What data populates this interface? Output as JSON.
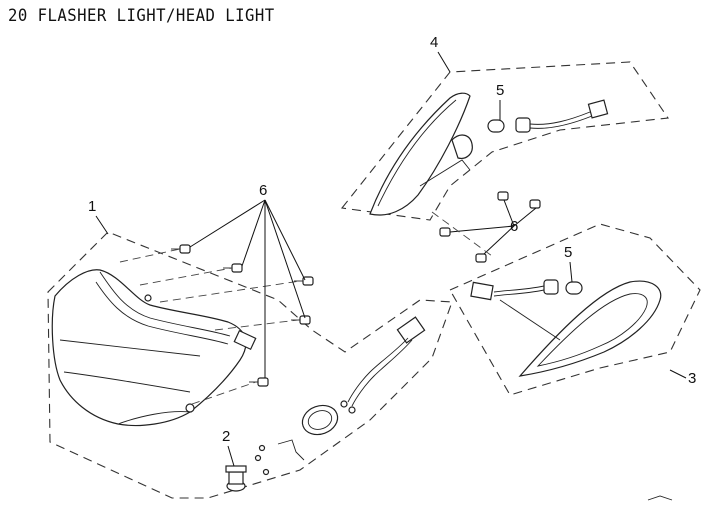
{
  "title": "20  FLASHER LIGHT/HEAD LIGHT",
  "callouts": {
    "headlight_assy": "1",
    "bulb_h4": "2",
    "rear_flasher_assy": "3",
    "front_flasher_assy": "4",
    "flasher_bulb_upper": "5",
    "flasher_bulb_lower": "5",
    "screws_left": "6",
    "screws_middle": "6"
  }
}
